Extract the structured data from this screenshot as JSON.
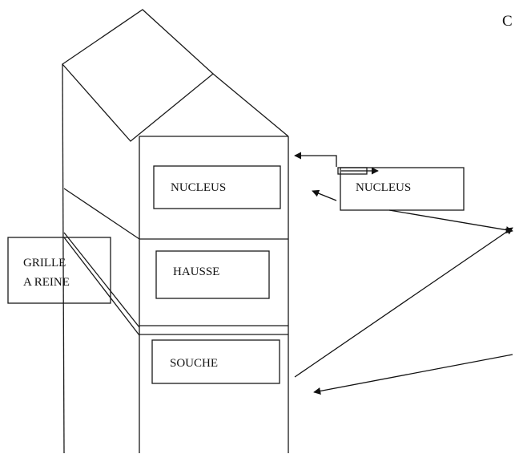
{
  "corner_letter": "C",
  "labels": {
    "nucleus_box": "NUCLEUS",
    "nucleus_external": "NUCLEUS",
    "hausse": "HAUSSE",
    "souche": "SOUCHE",
    "grille_line1": "GRILLE",
    "grille_line2": "A REINE"
  },
  "colors": {
    "ink": "#1a1a1a",
    "background": "#ffffff"
  }
}
